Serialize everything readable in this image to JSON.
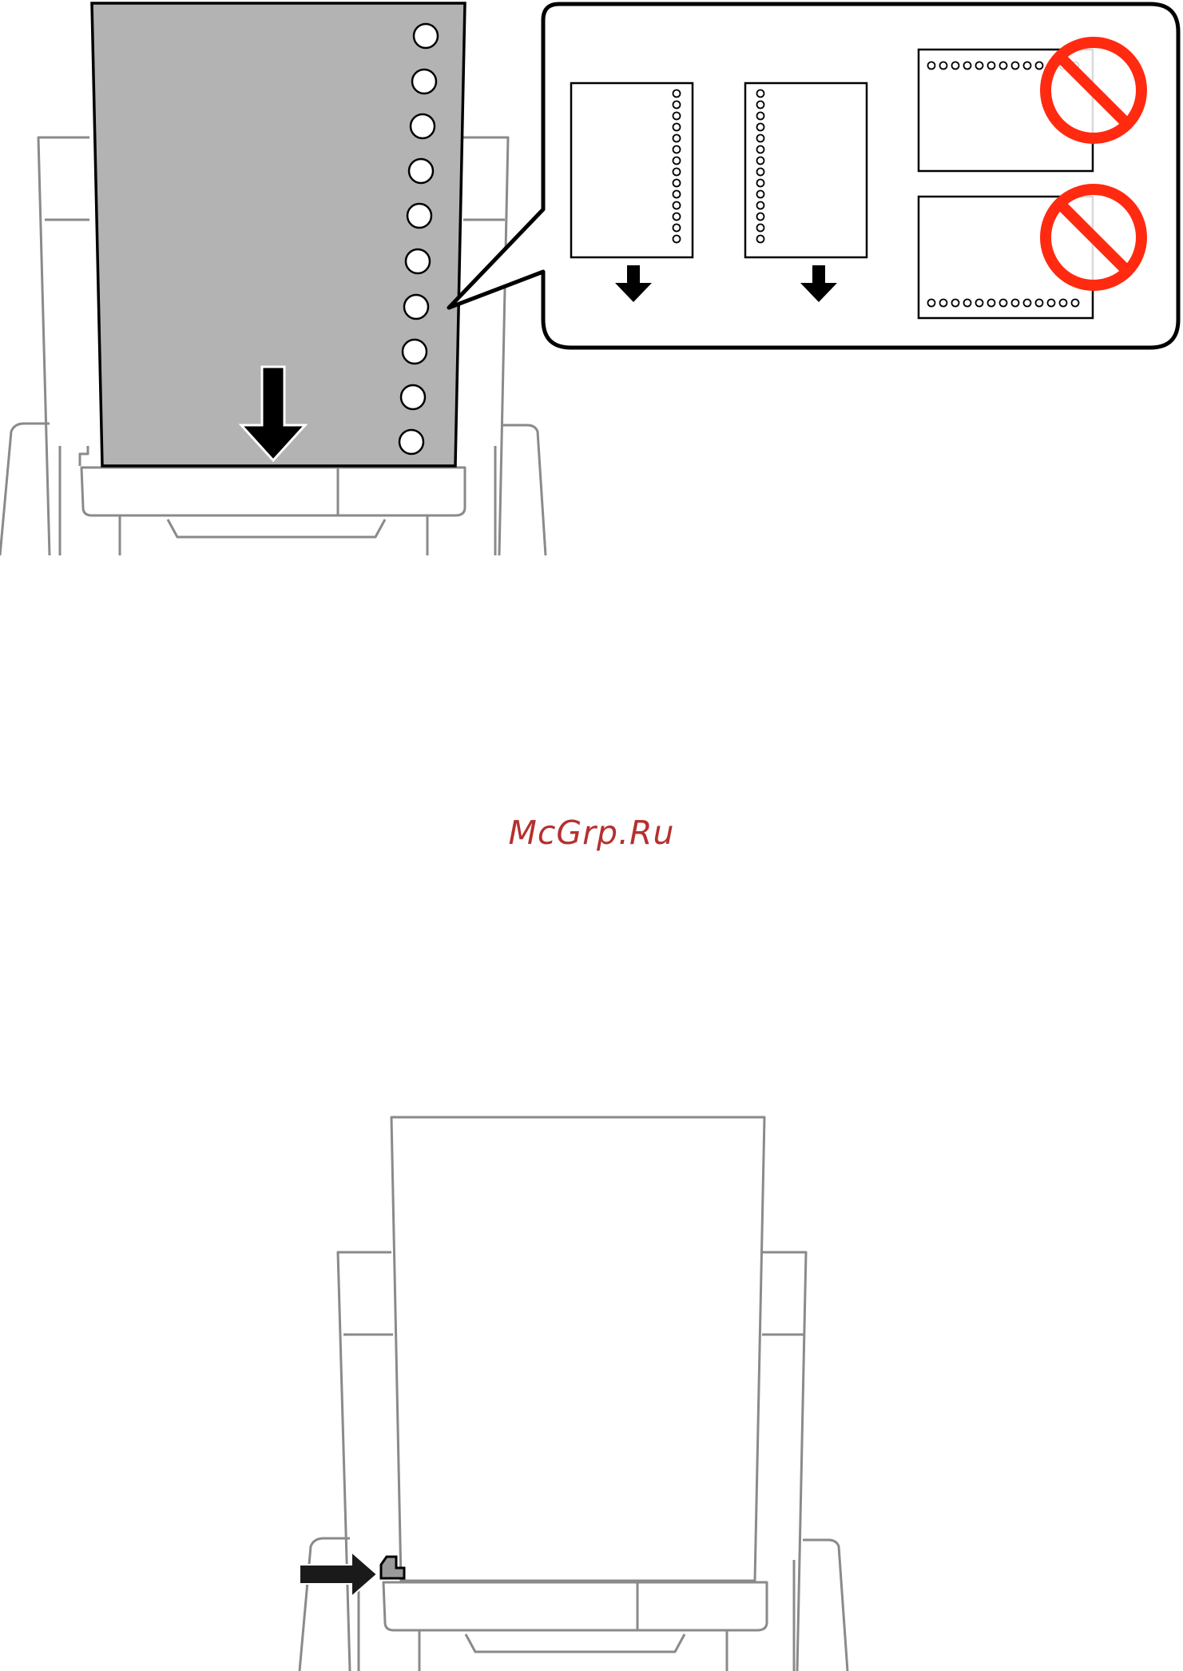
{
  "watermark": {
    "text": "McGrp.Ru",
    "color": "#b5302f"
  },
  "colors": {
    "printer_line": "#8a8a8a",
    "paper_gray": "#b3b3b3",
    "outline": "#000000",
    "prohibit_red": "#ff2a10"
  },
  "callout": {
    "allowed_examples": 2,
    "prohibited_examples": 2
  }
}
